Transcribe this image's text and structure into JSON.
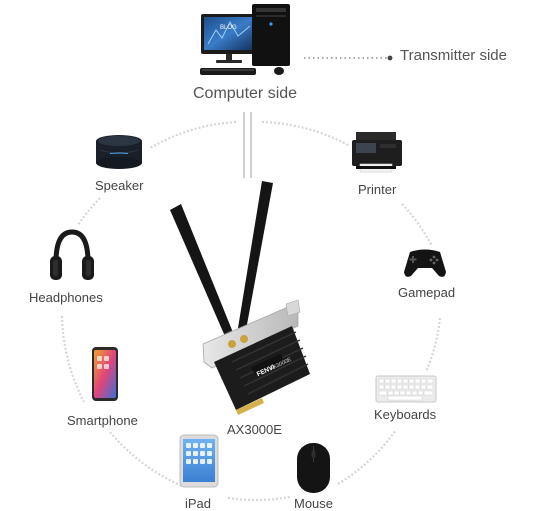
{
  "diagram": {
    "computer_label": "Computer side",
    "transmitter_label": "Transmitter side",
    "adapter_label": "AX3000E",
    "adapter_brand": "FENVI",
    "adapter_model": "AX3000E",
    "monitor_text": "BLOG",
    "devices": {
      "speaker": "Speaker",
      "printer": "Printer",
      "headphones": "Headphones",
      "gamepad": "Gamepad",
      "smartphone": "Smartphone",
      "keyboards": "Keyboards",
      "ipad": "iPad",
      "mouse": "Mouse"
    }
  },
  "colors": {
    "ring": "#d8d8d8",
    "card_black": "#1a1a1a",
    "bracket": "#cfcfcf",
    "pcb": "#202020"
  }
}
